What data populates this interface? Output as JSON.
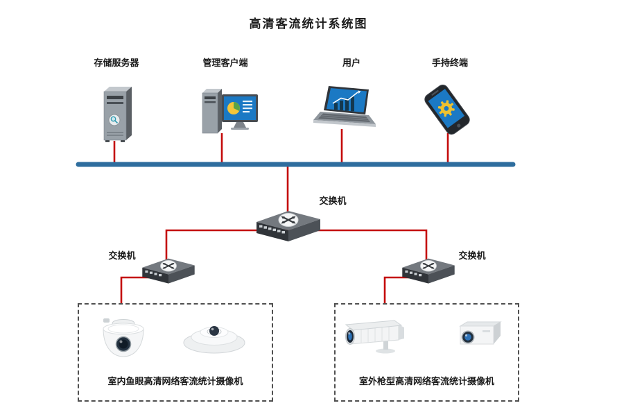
{
  "title": "高清客流统计系统图",
  "colors": {
    "red": "#c40a0a",
    "bus": "#2e6d9e",
    "dash": "#4f4f4f"
  },
  "top_devices": [
    {
      "label": "存储服务器"
    },
    {
      "label": "管理客户端"
    },
    {
      "label": "用户"
    },
    {
      "label": "手持终端"
    }
  ],
  "switches": {
    "center": "交换机",
    "left": "交换机",
    "right": "交换机"
  },
  "camera_groups": [
    {
      "label": "室内鱼眼高清网络客流统计摄像机"
    },
    {
      "label": "室外枪型高清网络客流统计摄像机"
    }
  ],
  "icons": {
    "storage_server": "tower-server-icon",
    "management_client": "desktop-pc-with-pie-chart-icon",
    "user": "laptop-with-chart-icon",
    "handheld_terminal": "smartphone-with-gear-icon",
    "switch": "network-switch-crossed-arrows-icon",
    "indoor_camera_1": "fisheye-dome-camera-icon",
    "indoor_camera_2": "fisheye-ceiling-camera-icon",
    "outdoor_camera_1": "bullet-camera-icon",
    "outdoor_camera_2": "box-camera-icon"
  }
}
